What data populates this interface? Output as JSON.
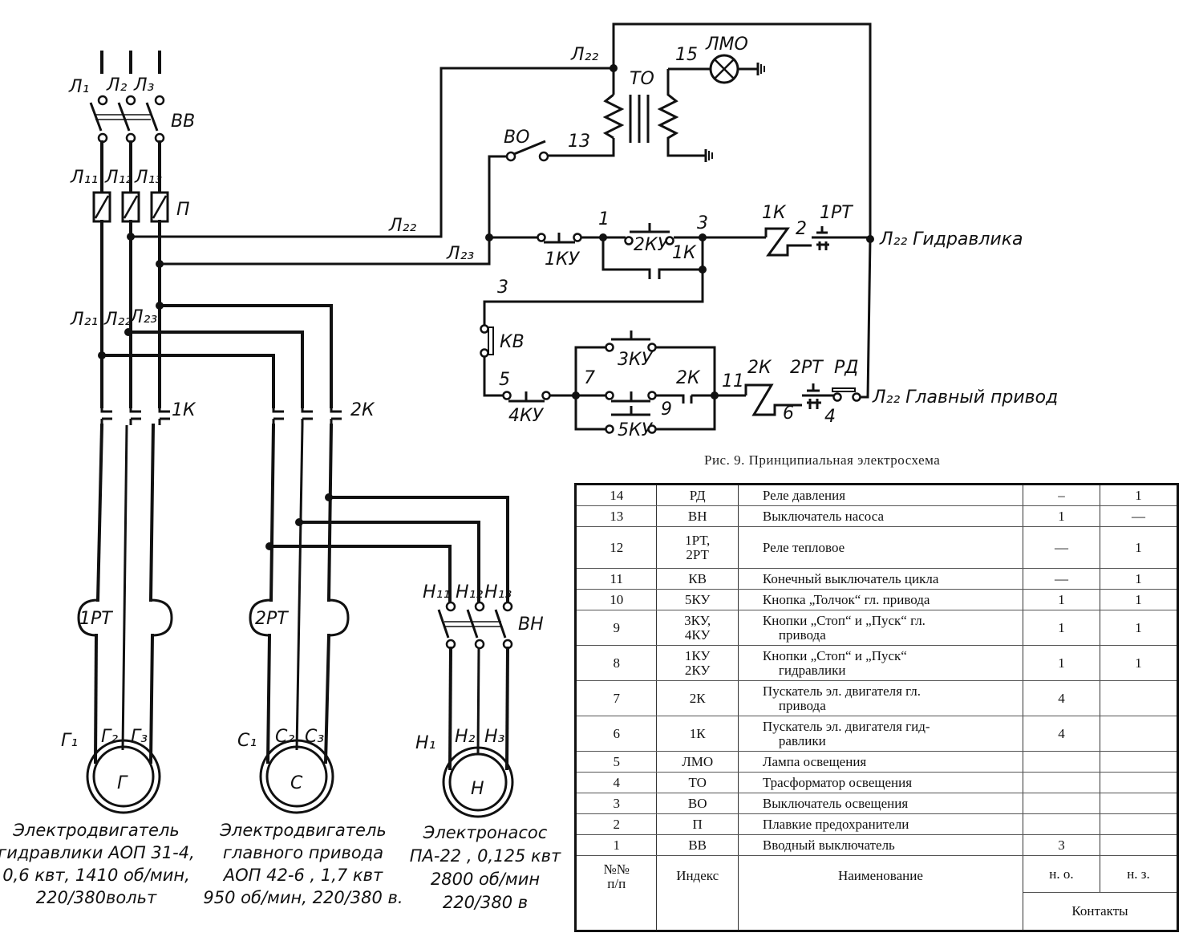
{
  "figure": {
    "caption": "Рис. 9.  Принципиальная электросхема",
    "diagram_title": "Principal electrical schematic"
  },
  "labels": {
    "L1": "Л₁",
    "L2": "Л₂",
    "L3": "Л₃",
    "VV": "ВВ",
    "L11": "Л₁₁",
    "L12": "Л₁₂",
    "L13": "Л₁₃",
    "P": "П",
    "L21": "Л₂₁",
    "L22": "Л₂₂",
    "L23": "Л₂₃",
    "L22_top": "Л₂₂",
    "L22_left": "Л₂₂",
    "L23_mid": "Л₂₃",
    "K1": "1К",
    "K2": "2К",
    "RT1": "1РТ",
    "RT2": "2РТ",
    "G1": "Г₁",
    "G2": "Г₂",
    "G3": "Г₃",
    "G": "Г",
    "C1": "С₁",
    "C2": "С₂",
    "C3": "С₃",
    "C": "С",
    "N11": "Н₁₁",
    "N12": "Н₁₂",
    "N13": "Н₁₃",
    "VN": "ВН",
    "N1": "Н₁",
    "N2": "Н₂",
    "N3": "Н₃",
    "N": "Н",
    "TO": "ТО",
    "LMO": "ЛМО",
    "VO": "ВО",
    "n15": "15",
    "n13": "13",
    "n1": "1",
    "n3a": "3",
    "n3b": "3",
    "n2": "2",
    "n5": "5",
    "n7": "7",
    "n9": "9",
    "n11": "11",
    "n6": "6",
    "n4": "4",
    "KU1": "1КУ",
    "KU2": "2КУ",
    "K1_contact": "1К",
    "K1_coil": "1К",
    "RT1_contact": "1РТ",
    "KV": "КВ",
    "KU3": "3КУ",
    "KU4": "4КУ",
    "KU5": "5КУ",
    "K2_contact": "2К",
    "K2_coil": "2К",
    "RT2_contact": "2РТ",
    "RD": "РД",
    "hydraulics": "Л₂₂ Гидравлика",
    "main_drive": "Л₂₂ Главный привод"
  },
  "motors": [
    {
      "symbol": "Г",
      "caption_lines": [
        "Электродвигатель",
        "гидравлики АОП 31-4,",
        "0,6 квт, 1410 об/мин,",
        "220/380вольт"
      ]
    },
    {
      "symbol": "С",
      "caption_lines": [
        "Электродвигатель",
        "главного привода",
        "АОП 42-6 ,  1,7 квт",
        "950 об/мин, 220/380 в."
      ]
    },
    {
      "symbol": "Н",
      "caption_lines": [
        "Электронасос",
        "ПА-22 , 0,125 квт",
        "2800 об/мин",
        "220/380 в"
      ]
    }
  ],
  "table": {
    "rows": [
      {
        "num": "14",
        "index": [
          "РД"
        ],
        "name": [
          "Реле давления"
        ],
        "no": "–",
        "nz": "1"
      },
      {
        "num": "13",
        "index": [
          "ВН"
        ],
        "name": [
          "Выключатель насоса"
        ],
        "no": "1",
        "nz": "—"
      },
      {
        "num": "12",
        "index": [
          "1РТ,",
          "2РТ"
        ],
        "name": [
          "Реле тепловое"
        ],
        "no": "—",
        "nz": "1"
      },
      {
        "num": "11",
        "index": [
          "КВ"
        ],
        "name": [
          "Конечный выключатель цикла"
        ],
        "no": "—",
        "nz": "1"
      },
      {
        "num": "10",
        "index": [
          "5КУ"
        ],
        "name": [
          "Кнопка „Толчок“ гл. привода"
        ],
        "no": "1",
        "nz": "1"
      },
      {
        "num": "9",
        "index": [
          "3КУ,",
          "4КУ"
        ],
        "name": [
          "Кнопки „Стоп“ и „Пуск“ гл.",
          "привода"
        ],
        "no": "1",
        "nz": "1"
      },
      {
        "num": "8",
        "index": [
          "1КУ",
          "2КУ"
        ],
        "name": [
          "Кнопки  „Стоп“  и  „Пуск“",
          "гидравлики"
        ],
        "no": "1",
        "nz": "1"
      },
      {
        "num": "7",
        "index": [
          "2К"
        ],
        "name": [
          "Пускатель эл. двигателя гл.",
          "привода"
        ],
        "no": "4",
        "nz": ""
      },
      {
        "num": "6",
        "index": [
          "1К"
        ],
        "name": [
          "Пускатель эл. двигателя гид-",
          "равлики"
        ],
        "no": "4",
        "nz": ""
      },
      {
        "num": "5",
        "index": [
          "ЛМО"
        ],
        "name": [
          "Лампа освещения"
        ],
        "no": "",
        "nz": ""
      },
      {
        "num": "4",
        "index": [
          "ТО"
        ],
        "name": [
          "Трасформатор освещения"
        ],
        "no": "",
        "nz": ""
      },
      {
        "num": "3",
        "index": [
          "ВО"
        ],
        "name": [
          "Выключатель освещения"
        ],
        "no": "",
        "nz": ""
      },
      {
        "num": "2",
        "index": [
          "П"
        ],
        "name": [
          "Плавкие предохранители"
        ],
        "no": "",
        "nz": ""
      },
      {
        "num": "1",
        "index": [
          "ВВ"
        ],
        "name": [
          "Вводный выключатель"
        ],
        "no": "3",
        "nz": ""
      }
    ],
    "header": {
      "num": [
        "№№",
        "п/п"
      ],
      "index": "Индекс",
      "name": "Наименование",
      "no": "н. о.",
      "nz": "н. з.",
      "contacts": "Контакты"
    }
  }
}
